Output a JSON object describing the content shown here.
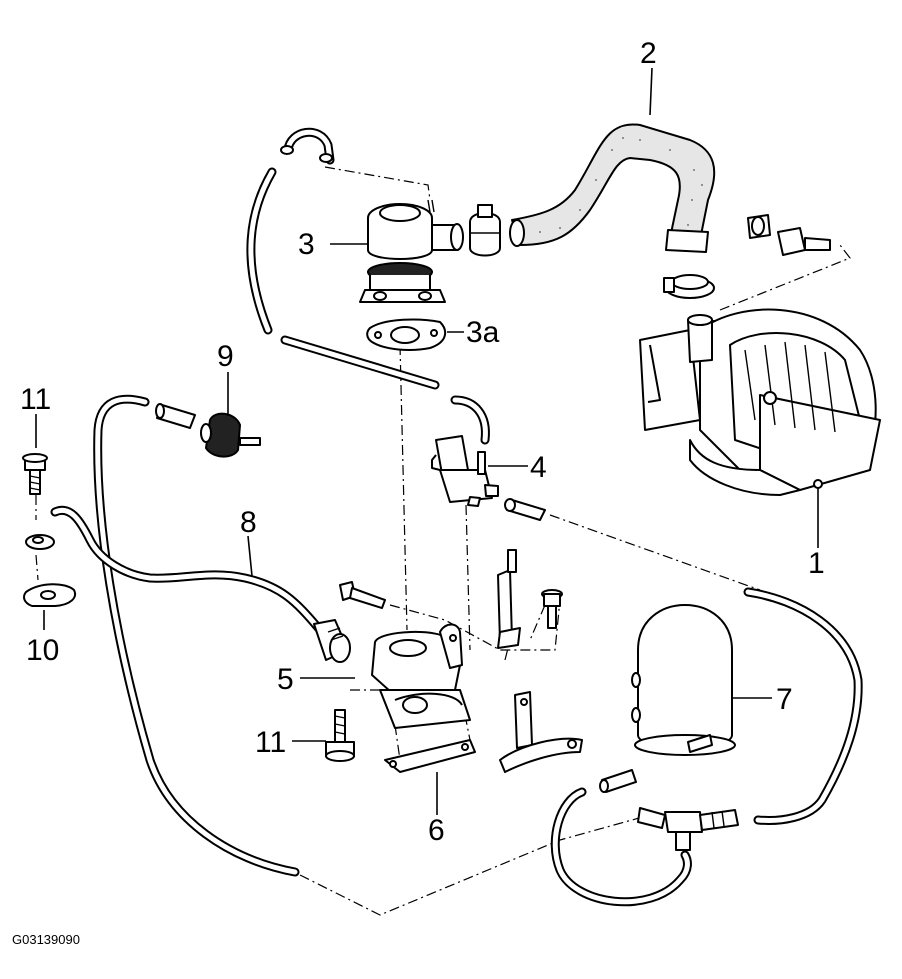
{
  "diagram": {
    "reference_code": "G03139090",
    "callouts": {
      "c1": "1",
      "c2": "2",
      "c3": "3",
      "c3a": "3a",
      "c4": "4",
      "c5": "5",
      "c6": "6",
      "c7": "7",
      "c8": "8",
      "c9": "9",
      "c10": "10",
      "c11_top": "11",
      "c11_bottom": "11"
    }
  }
}
